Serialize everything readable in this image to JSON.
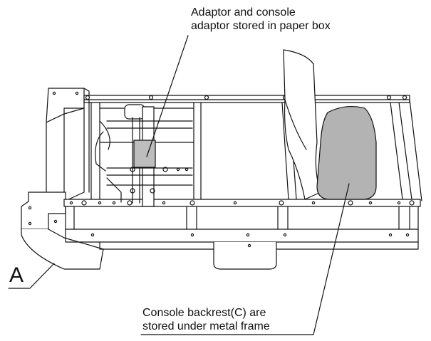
{
  "callouts": {
    "adaptor": {
      "line1": "Adaptor and console",
      "line2": "adaptor stored in paper box"
    },
    "backrest": {
      "line1": "Console backrest(C) are",
      "line2": "stored under metal frame"
    }
  },
  "view_label": "A",
  "colors": {
    "line": "#111111",
    "backrest_fill": "#b3b3b3",
    "paper_box_fill": "#bdbdbd"
  }
}
